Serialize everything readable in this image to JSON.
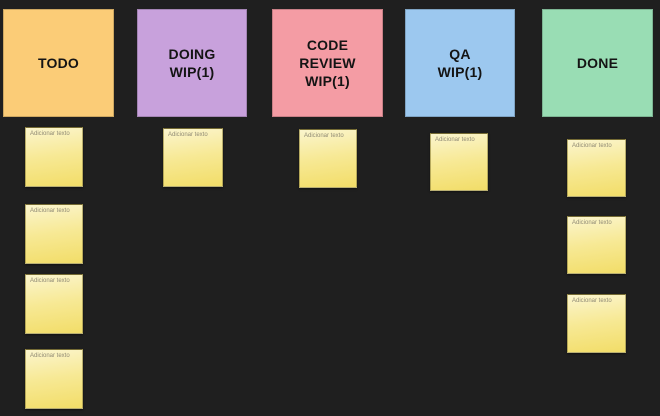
{
  "board": {
    "background_color": "#1f1f1f",
    "columns": [
      {
        "id": "todo",
        "lines": [
          "TODO"
        ],
        "color": "#fbcc77"
      },
      {
        "id": "doing",
        "lines": [
          "DOING",
          "WIP(1)"
        ],
        "color": "#c8a1dc"
      },
      {
        "id": "code-review",
        "lines": [
          "CODE",
          "REVIEW",
          "WIP(1)"
        ],
        "color": "#f49ca4"
      },
      {
        "id": "qa",
        "lines": [
          "QA",
          "WIP(1)"
        ],
        "color": "#9cc8ef"
      },
      {
        "id": "done",
        "lines": [
          "DONE"
        ],
        "color": "#99ddb4"
      }
    ],
    "sticky": {
      "color_top": "#fbf5cd",
      "color_bottom": "#f2dd68",
      "placeholder": "Adicionar texto"
    },
    "notes": [
      {
        "column": "todo",
        "text": "Adicionar texto"
      },
      {
        "column": "todo",
        "text": "Adicionar texto"
      },
      {
        "column": "todo",
        "text": "Adicionar texto"
      },
      {
        "column": "todo",
        "text": "Adicionar texto"
      },
      {
        "column": "doing",
        "text": "Adicionar texto"
      },
      {
        "column": "code-review",
        "text": "Adicionar texto"
      },
      {
        "column": "qa",
        "text": "Adicionar texto"
      },
      {
        "column": "done",
        "text": "Adicionar texto"
      },
      {
        "column": "done",
        "text": "Adicionar texto"
      },
      {
        "column": "done",
        "text": "Adicionar texto"
      }
    ]
  }
}
